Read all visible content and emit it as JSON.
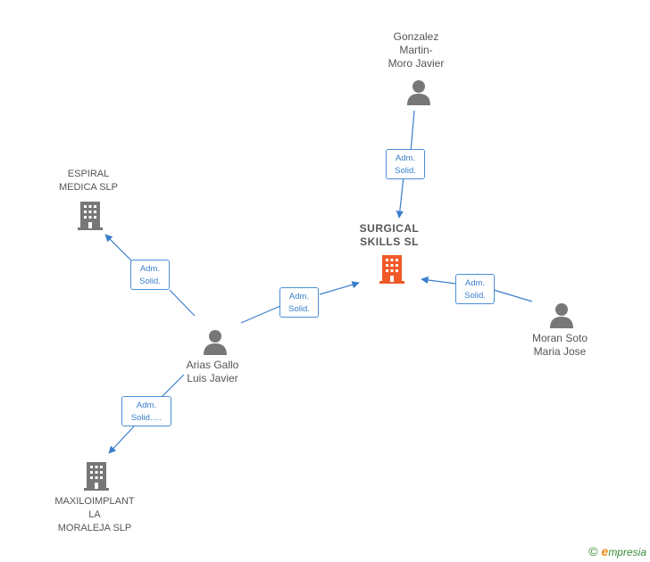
{
  "nodes": {
    "gonzalez": {
      "label": "Gonzalez\nMartin-\nMoro Javier"
    },
    "surgical": {
      "label": "SURGICAL\nSKILLS  SL"
    },
    "espiral": {
      "label": "ESPIRAL\nMEDICA SLP"
    },
    "arias": {
      "label": "Arias Gallo\nLuis Javier"
    },
    "moran": {
      "label": "Moran Soto\nMaria Jose"
    },
    "maxiloimplant": {
      "label": "MAXILOIMPLANT\nLA\nMORALEJA SLP"
    }
  },
  "edges": {
    "gonzalez_surgical": "Adm.\nSolid.",
    "arias_espiral": "Adm.\nSolid.",
    "arias_surgical": "Adm.\nSolid.",
    "moran_surgical": "Adm.\nSolid.",
    "arias_maxiloimplant": "Adm.\nSolid....."
  },
  "footer": {
    "copyright": "©",
    "brand_initial": "e",
    "brand_rest": "mpresia"
  },
  "colors": {
    "edge": "#3b7fcc",
    "person": "#777777",
    "company": "#777777",
    "main_company": "#f05a28"
  }
}
